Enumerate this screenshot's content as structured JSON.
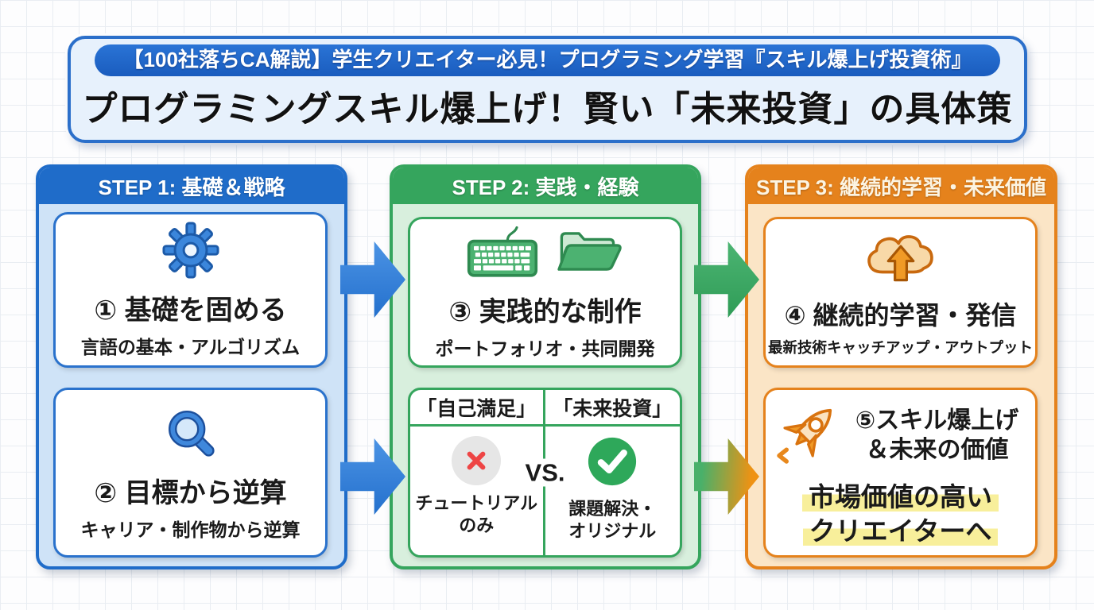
{
  "header": {
    "badge": "【100社落ちCA解説】学生クリエイター必見！プログラミング学習『スキル爆上げ投資術』",
    "title": "プログラミングスキル爆上げ！賢い「未来投資」の具体策"
  },
  "columns": [
    {
      "header": "STEP 1: 基礎＆戦略",
      "accent_color": "#1f6cc9",
      "tint_color": "#cfe3f7",
      "cards": [
        {
          "icon": "gear-icon",
          "title": "① 基礎を固める",
          "subtitle": "言語の基本・アルゴリズム"
        },
        {
          "icon": "magnifier-icon",
          "title": "② 目標から逆算",
          "subtitle": "キャリア・制作物から逆算"
        }
      ]
    },
    {
      "header": "STEP 2: 実践・経験",
      "accent_color": "#35a55d",
      "tint_color": "#d8efdd",
      "cards": [
        {
          "icon": "keyboard-and-folder-icons",
          "title": "③ 実践的な制作",
          "subtitle": "ポートフォリオ・共同開発"
        }
      ],
      "vs_table": {
        "left_header": "「自己満足」",
        "right_header": "「未来投資」",
        "vs_label": "VS.",
        "left_icon": "cross-icon",
        "left_line1": "チュートリアル",
        "left_line2": "のみ",
        "right_icon": "check-icon",
        "right_line1": "課題解決・",
        "right_line2": "オリジナル"
      }
    },
    {
      "header": "STEP 3: 継続的学習・未来価値",
      "accent_color": "#e5821c",
      "tint_color": "#fbe5c6",
      "cards": [
        {
          "icon": "cloud-upload-icon",
          "title": "④ 継続的学習・発信",
          "subtitle": "最新技術キャッチアップ・アウトプット"
        }
      ],
      "final_card": {
        "icon": "rocket-icon",
        "title_line1": "⑤スキル爆上げ",
        "title_line2": "＆未来の価値",
        "highlight_line1": "市場価値の高い",
        "highlight_line2": "クリエイターへ"
      }
    }
  ],
  "colors": {
    "step1_blue": "#1f6cc9",
    "step2_green": "#35a55d",
    "step3_orange": "#e5821c",
    "badge_blue": "#1e63c8",
    "highlight_yellow": "#f8ef9b",
    "cross_red": "#ee4545",
    "check_green": "#2ea85a",
    "grid_line": "#e9edf2"
  }
}
